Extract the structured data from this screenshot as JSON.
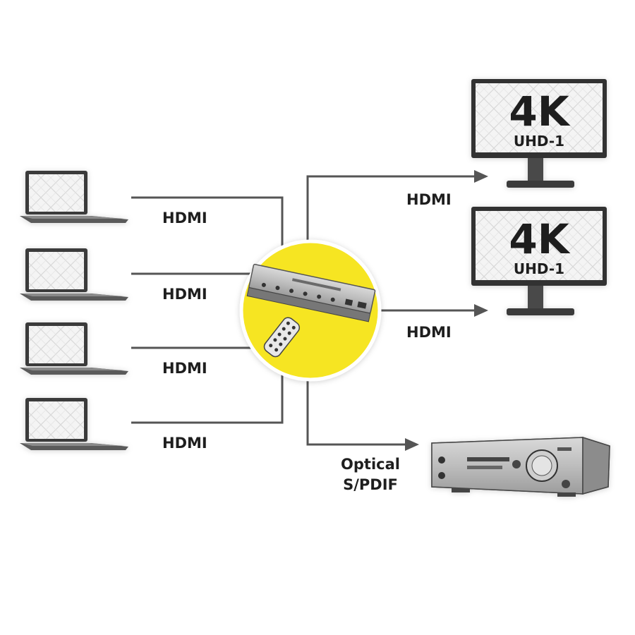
{
  "inputs": [
    {
      "label": "HDMI"
    },
    {
      "label": "HDMI"
    },
    {
      "label": "HDMI"
    },
    {
      "label": "HDMI"
    }
  ],
  "outputs": [
    {
      "label": "HDMI",
      "badge": "4K",
      "sub": "UHD-1"
    },
    {
      "label": "HDMI",
      "badge": "4K",
      "sub": "UHD-1"
    }
  ],
  "audio_output": {
    "label_line1": "Optical",
    "label_line2": "S/PDIF"
  },
  "colors": {
    "accent": "#f6e521",
    "wire": "#555555",
    "device": "#b8b8b8",
    "text": "#1e1e1e"
  }
}
